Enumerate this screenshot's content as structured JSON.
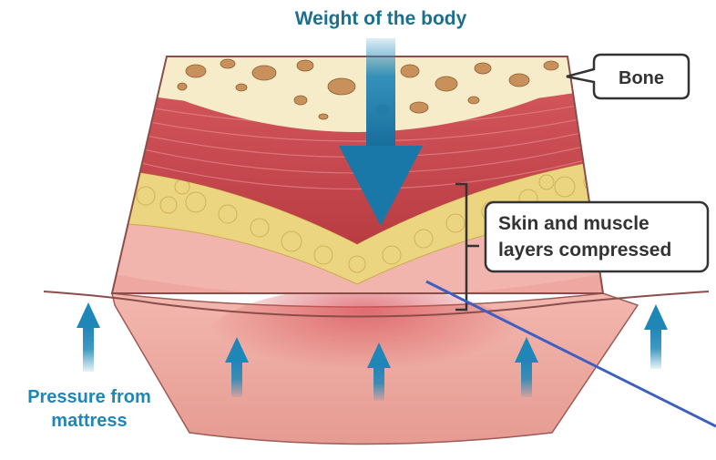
{
  "title": "Weight of the body",
  "labels": {
    "bone": "Bone",
    "compressed_line1": "Skin and muscle",
    "compressed_line2": "layers compressed",
    "pressure_line1": "Pressure from",
    "pressure_line2": "mattress"
  },
  "colors": {
    "title_blue": "#1d6f8c",
    "arrow_blue": "#1f86b8",
    "arrow_light": "#4fb3dd",
    "bone_cream": "#f6ecc9",
    "bone_spot": "#c8905a",
    "muscle_red": "#c8474a",
    "muscle_light": "#e0787a",
    "fat_yellow": "#ecd580",
    "skin_pink": "#f0b4ad",
    "mattress_pink": "#e7a29a",
    "pointer_line": "#3d5fc4"
  }
}
